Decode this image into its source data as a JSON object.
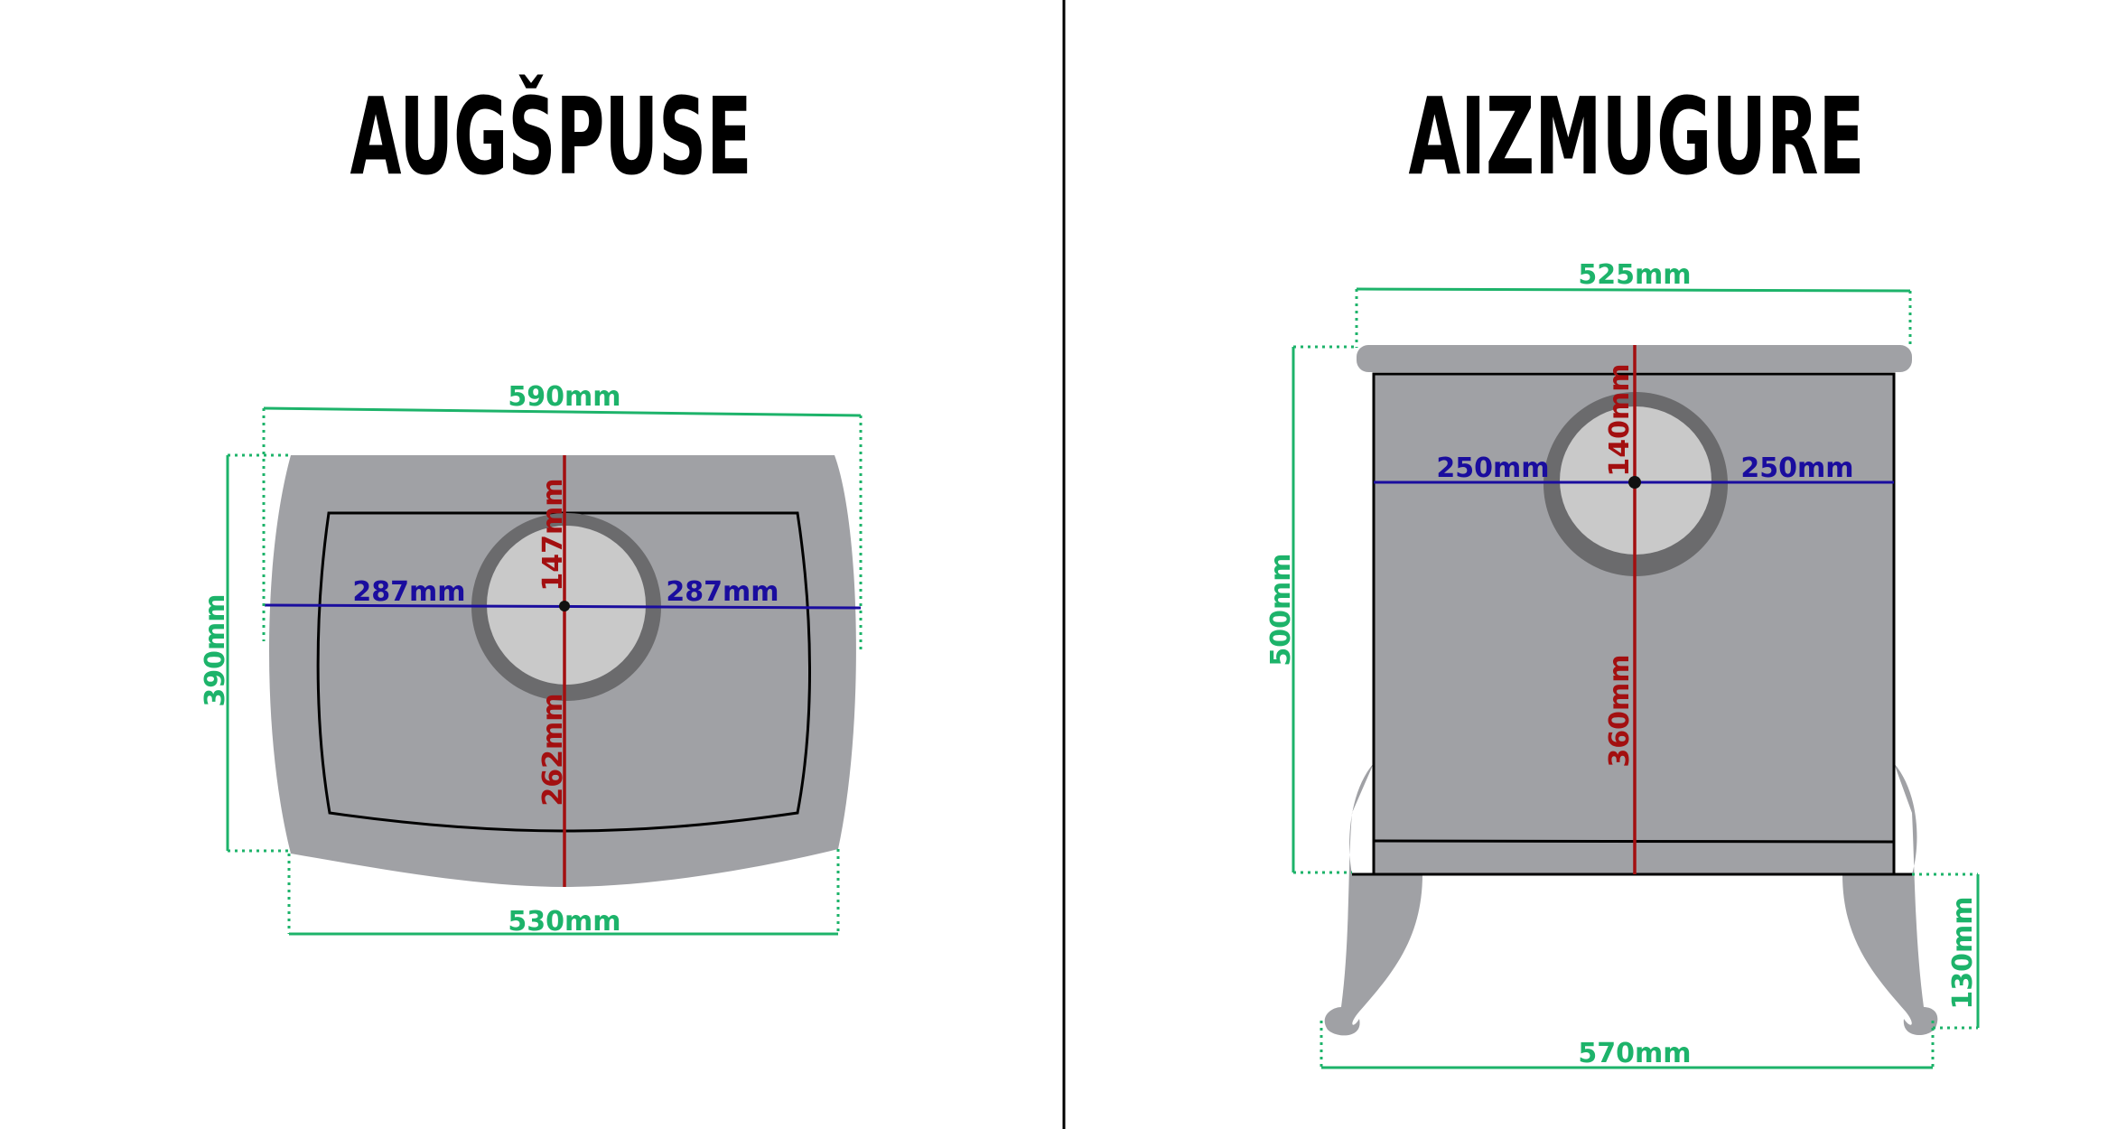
{
  "top_view": {
    "title": "AUGŠPUSE",
    "width_label": "590mm",
    "depth_label": "390mm",
    "bottom_width_label": "530mm",
    "left_offset_label": "287mm",
    "right_offset_label": "287mm",
    "front_offset_label": "147mm",
    "back_offset_label": "262mm"
  },
  "back_view": {
    "title": "AIZMUGURE",
    "top_width_label": "525mm",
    "height_label": "500mm",
    "leg_height_label": "130mm",
    "feet_width_label": "570mm",
    "left_offset_label": "250mm",
    "right_offset_label": "250mm",
    "top_offset_label": "140mm",
    "bottom_offset_label": "360mm"
  },
  "colors": {
    "dimension_green": "#1db36a",
    "dimension_blue": "#1a0d9e",
    "dimension_red": "#a30f10",
    "stove_body": "#a0a1a5"
  }
}
